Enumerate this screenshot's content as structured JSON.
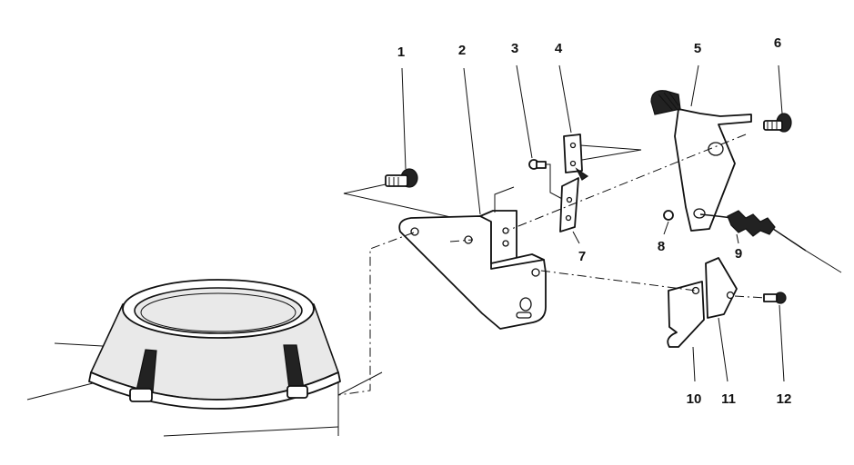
{
  "callouts": [
    {
      "id": "1",
      "label": "1"
    },
    {
      "id": "2",
      "label": "2"
    },
    {
      "id": "3",
      "label": "3"
    },
    {
      "id": "4",
      "label": "4"
    },
    {
      "id": "5",
      "label": "5"
    },
    {
      "id": "6",
      "label": "6"
    },
    {
      "id": "7",
      "label": "7"
    },
    {
      "id": "8",
      "label": "8"
    },
    {
      "id": "9",
      "label": "9"
    },
    {
      "id": "10",
      "label": "10"
    },
    {
      "id": "11",
      "label": "11"
    },
    {
      "id": "12",
      "label": "12"
    }
  ]
}
